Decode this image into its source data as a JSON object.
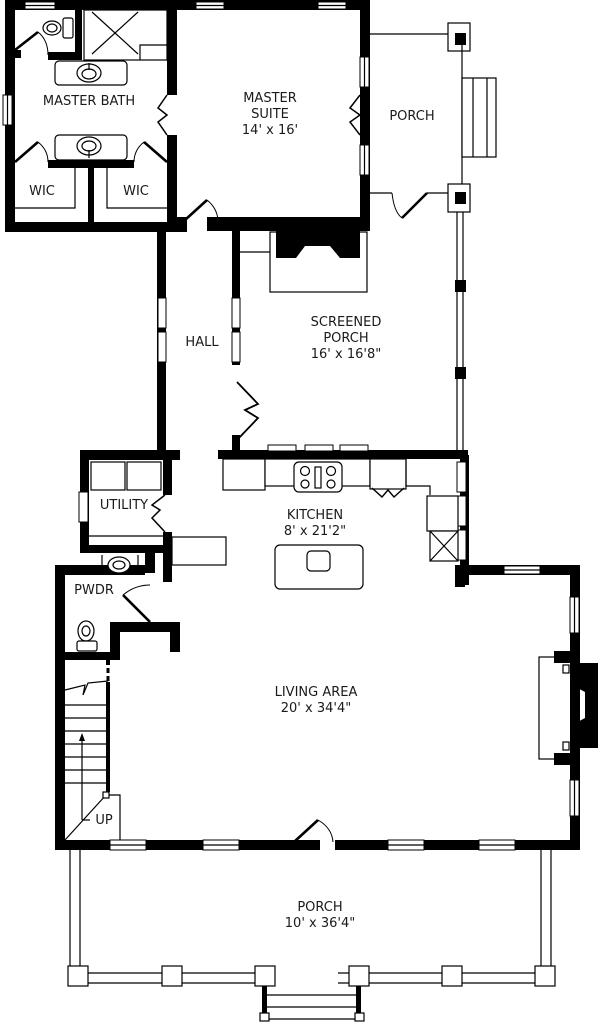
{
  "plan": {
    "colors": {
      "wall": "#000000",
      "background": "#ffffff",
      "text": "#1a1a1a"
    },
    "rooms": {
      "master_bath": {
        "name": "MASTER BATH",
        "dims": ""
      },
      "wic_left": {
        "name": "WIC",
        "dims": ""
      },
      "wic_right": {
        "name": "WIC",
        "dims": ""
      },
      "master_suite": {
        "name": "MASTER",
        "name2": "SUITE",
        "dims": "14' x 16'"
      },
      "side_porch": {
        "name": "PORCH",
        "dims": ""
      },
      "hall": {
        "name": "HALL",
        "dims": ""
      },
      "screened_porch": {
        "name": "SCREENED",
        "name2": "PORCH",
        "dims": "16' x 16'8\""
      },
      "utility": {
        "name": "UTILITY",
        "dims": ""
      },
      "kitchen": {
        "name": "KITCHEN",
        "dims": "8' x 21'2\""
      },
      "powder": {
        "name": "PWDR",
        "dims": ""
      },
      "living_area": {
        "name": "LIVING AREA",
        "dims": "20' x 34'4\""
      },
      "front_porch": {
        "name": "PORCH",
        "dims": "10' x 36'4\""
      }
    },
    "stairs": {
      "label": "UP"
    }
  }
}
